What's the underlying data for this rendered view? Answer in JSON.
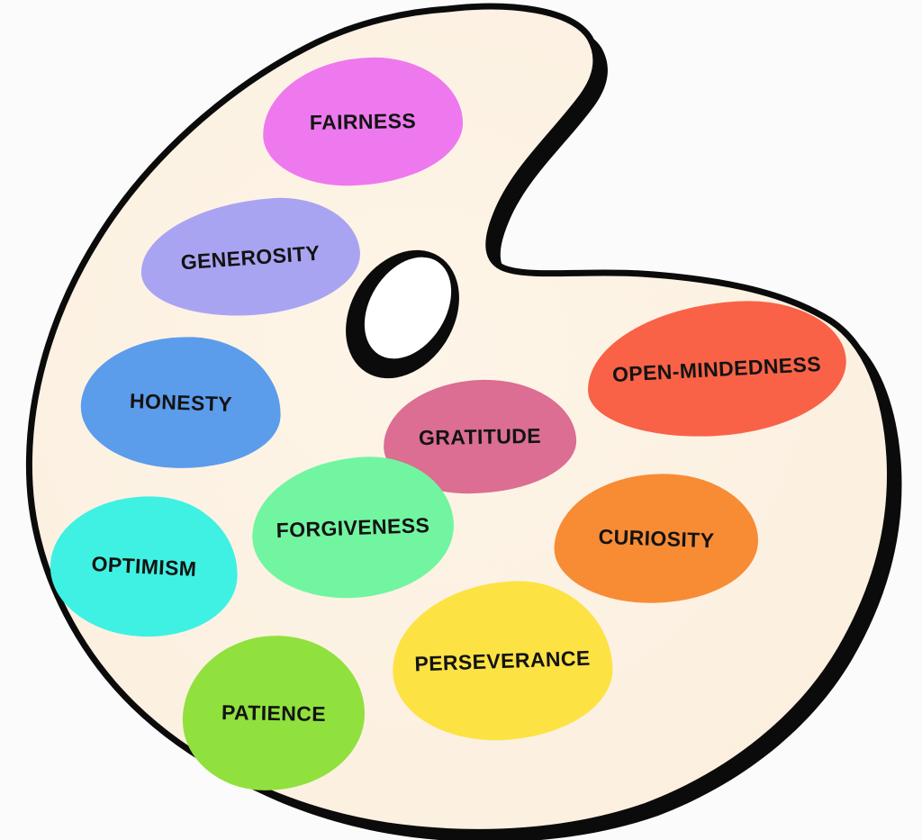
{
  "illustration": {
    "name": "artist palette of virtues",
    "background_color": "#fbfbfb",
    "board_fill": "#fceedd",
    "board_fill_light": "#fdf5e8",
    "outline_color": "#0b0b0b",
    "label_text_color": "#131313",
    "thumb_hole_fill": "#ffffff"
  },
  "palette": {
    "blobs": [
      {
        "id": "fairness",
        "label": "FAIRNESS",
        "color": "#ee79ee"
      },
      {
        "id": "generosity",
        "label": "GENEROSITY",
        "color": "#a9a4f2"
      },
      {
        "id": "honesty",
        "label": "HONESTY",
        "color": "#5b9ceb"
      },
      {
        "id": "gratitude",
        "label": "GRATITUDE",
        "color": "#db6e92"
      },
      {
        "id": "open-mindedness",
        "label": "OPEN-MINDEDNESS",
        "color": "#f96247"
      },
      {
        "id": "optimism",
        "label": "OPTIMISM",
        "color": "#3ff1e2"
      },
      {
        "id": "forgiveness",
        "label": "FORGIVENESS",
        "color": "#72f5a0"
      },
      {
        "id": "curiosity",
        "label": "CURIOSITY",
        "color": "#f78c35"
      },
      {
        "id": "perseverance",
        "label": "PERSEVERANCE",
        "color": "#fde244"
      },
      {
        "id": "patience",
        "label": "PATIENCE",
        "color": "#90e13e"
      }
    ]
  }
}
